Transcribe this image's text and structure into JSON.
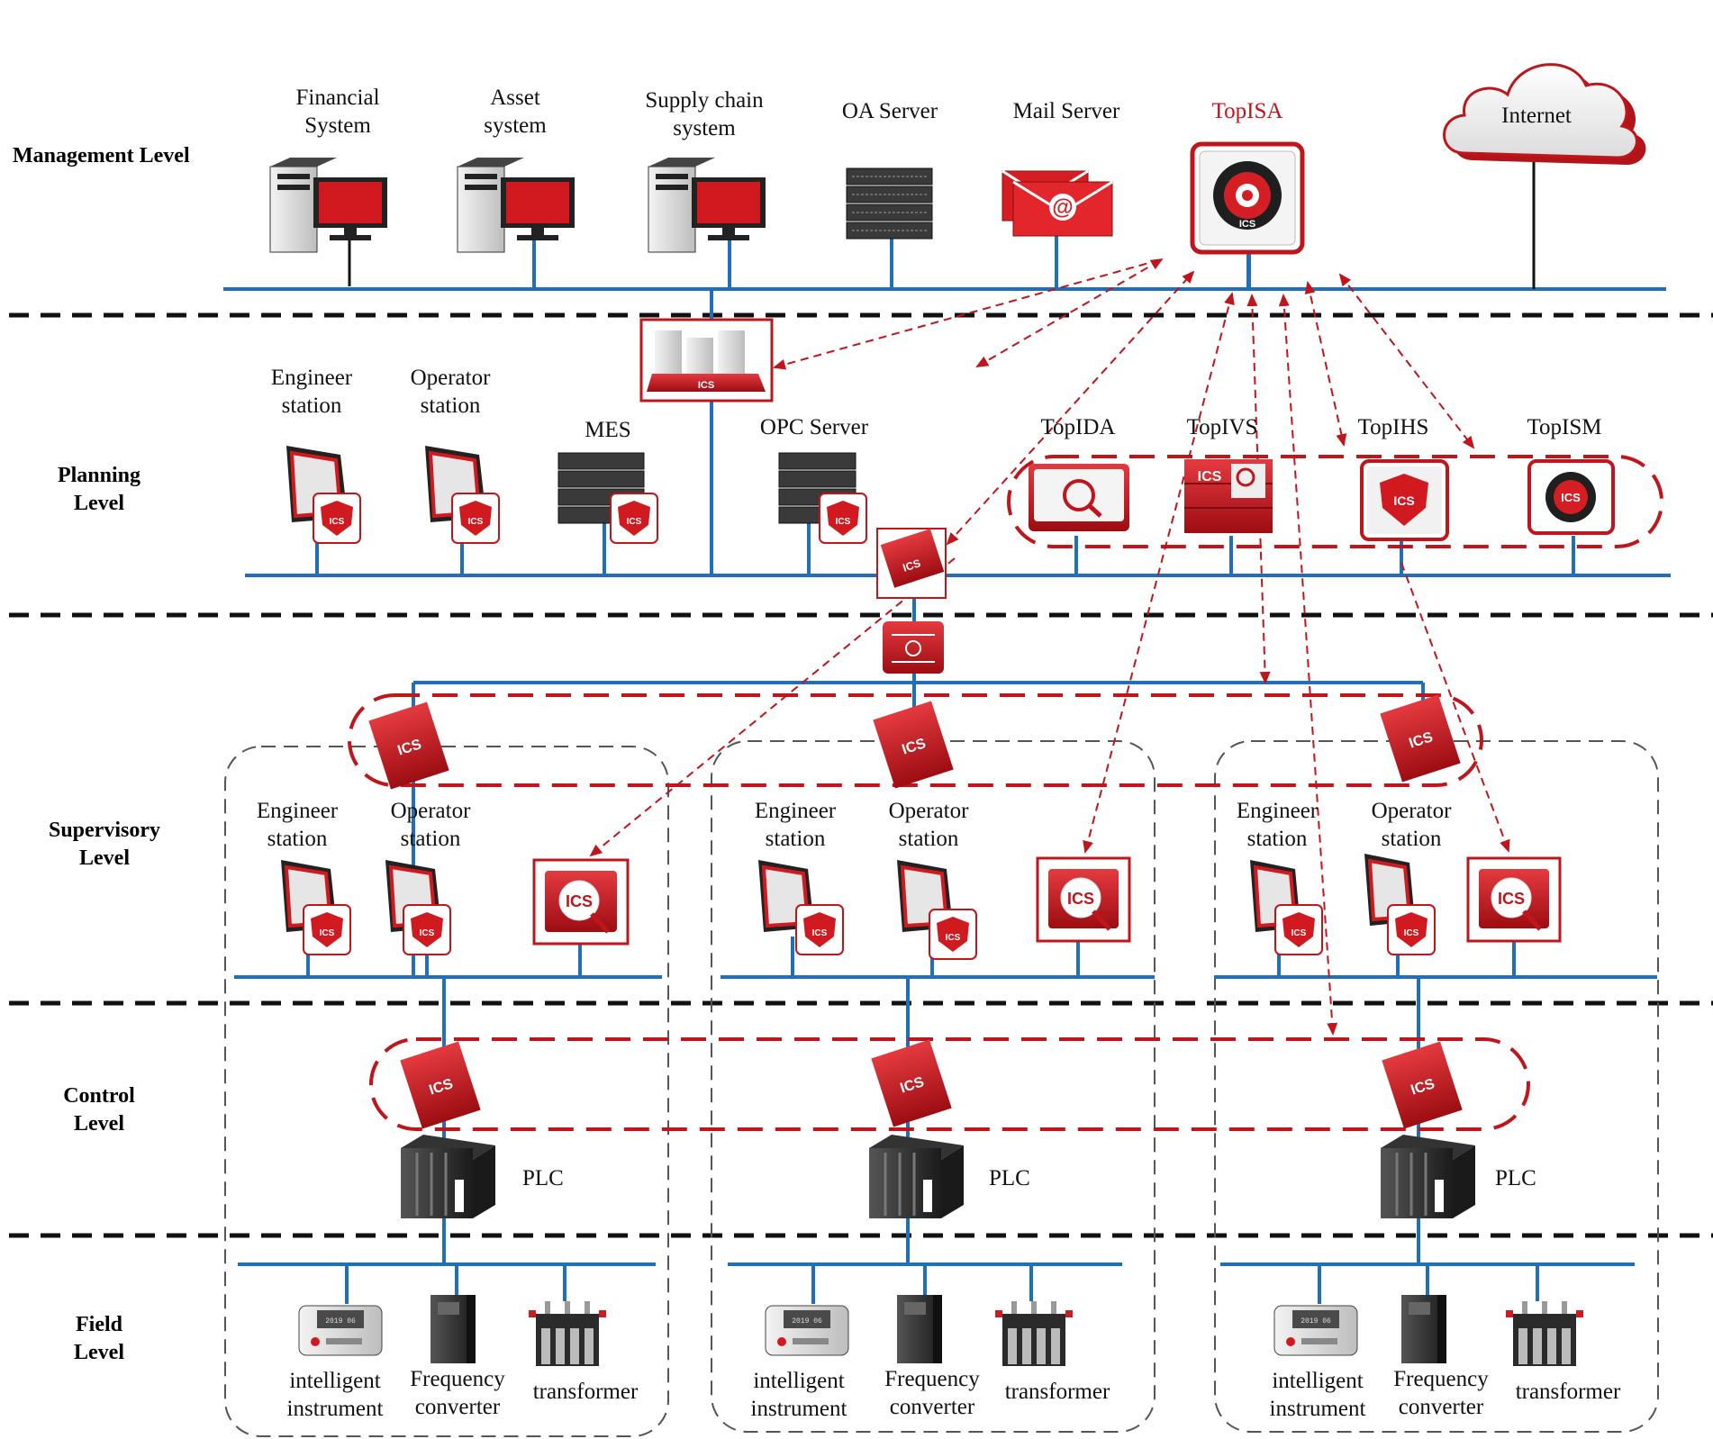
{
  "levels": {
    "management": "Management Level",
    "planning": [
      "Planning",
      "Level"
    ],
    "supervisory": [
      "Supervisory",
      "Level"
    ],
    "control": [
      "Control",
      "Level"
    ],
    "field": [
      "Field",
      "Level"
    ]
  },
  "management": {
    "financial": [
      "Financial",
      "System"
    ],
    "asset": [
      "Asset",
      "system"
    ],
    "supply": [
      "Supply chain",
      "system"
    ],
    "oa": "OA Server",
    "mail": "Mail Server",
    "topisa": "TopISA",
    "internet": "Internet"
  },
  "planning": {
    "engineer": [
      "Engineer",
      "station"
    ],
    "operator": [
      "Operator",
      "station"
    ],
    "mes": "MES",
    "opc": "OPC Server",
    "topida": "TopIDA",
    "topivs": "TopIVS",
    "topihs": "TopIHS",
    "topism": "TopISM"
  },
  "supervisory": {
    "engineer": [
      "Engineer",
      "station"
    ],
    "operator": [
      "Operator",
      "station"
    ]
  },
  "control": {
    "plc": "PLC"
  },
  "field": {
    "instrument": [
      "intelligent",
      "instrument"
    ],
    "frequency": [
      "Frequency",
      "converter"
    ],
    "transformer": "transformer",
    "display_text": "2019 06"
  },
  "icon_label": "ICS",
  "colors": {
    "accent": "#c0151b",
    "bus": "#1f6fb9",
    "separator": "#111111"
  }
}
